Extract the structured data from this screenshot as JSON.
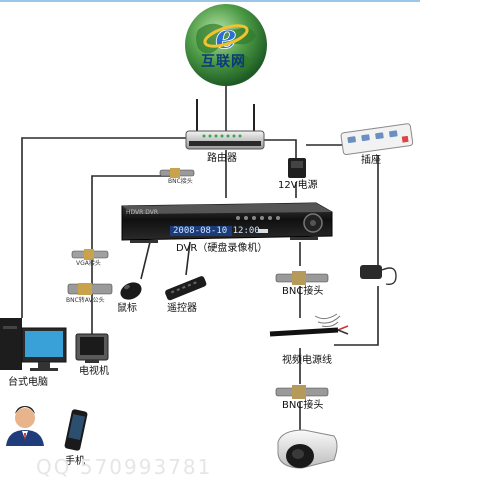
{
  "internet": {
    "label": "互联网",
    "icon": "internet-explorer-globe-icon",
    "color": "#3a8f3a"
  },
  "router": {
    "label": "路由器"
  },
  "power_strip": {
    "label": "插座"
  },
  "power_adapter": {
    "label": "12V电源"
  },
  "dvr": {
    "label": "DVR（硬盘录像机）",
    "brand": "HDVR DVR",
    "screen_text": "2008-08-10 12:00"
  },
  "mouse": {
    "label": "鼠标"
  },
  "remote": {
    "label": "遥控器"
  },
  "bnc_top": {
    "label": "BNC接头"
  },
  "bnc_right1": {
    "label": "BNC接头"
  },
  "bnc_right2": {
    "label": "BNC接头"
  },
  "vga_connector": {
    "label": "VGA接头"
  },
  "av_connector": {
    "label": "BNC转AV公头"
  },
  "video_power_cable": {
    "label": "视频电源线"
  },
  "pc": {
    "label": "台式电脑"
  },
  "tv": {
    "label": "电视机"
  },
  "phone": {
    "label": "手机"
  },
  "watermark": {
    "text": "QQ 570993781"
  },
  "colors": {
    "cable": "#2a2a2a",
    "accent": "#1f5fb3"
  }
}
